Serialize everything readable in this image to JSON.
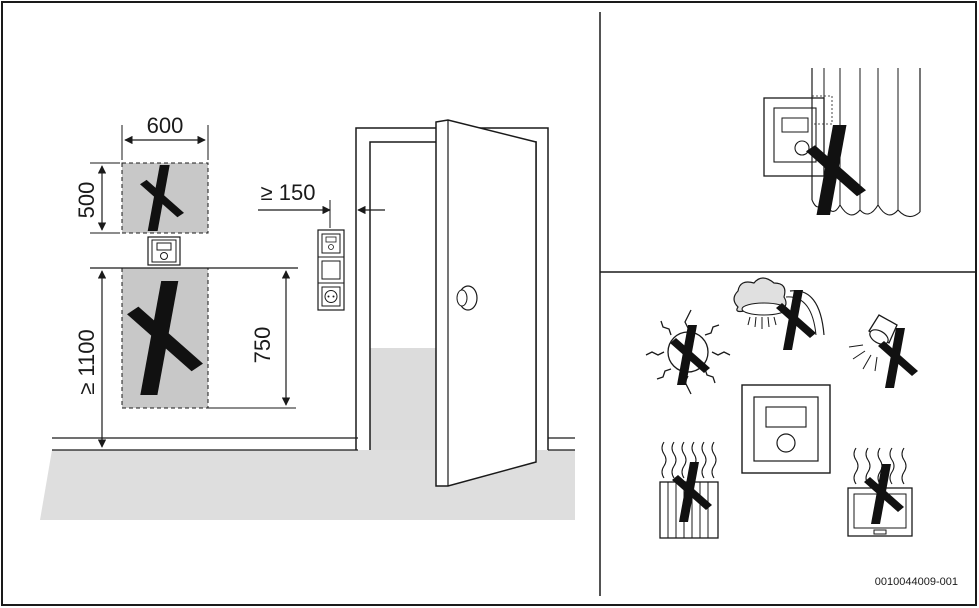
{
  "dimensions": {
    "zone_width": "600",
    "zone_top_height": "500",
    "min_door_distance": "≥ 150",
    "mount_height_min": "≥ 1100",
    "switch_height": "750"
  },
  "icons": {
    "forbidden_mark": "x-mark-icon",
    "thermostat": "thermostat-icon",
    "socket": "socket-icon",
    "sun": "sun-icon",
    "rain_shower": "rain-cloud-icon",
    "lamp": "lamp-icon",
    "radiator": "radiator-icon",
    "tv": "tv-icon",
    "curtain": "curtain-icon",
    "door": "door-icon"
  },
  "colors": {
    "line": "#1a1a1a",
    "forbidden_zone": "#c8c8c8",
    "floor": "#dedede",
    "background": "#ffffff"
  },
  "reference_code": "0010044009-001"
}
